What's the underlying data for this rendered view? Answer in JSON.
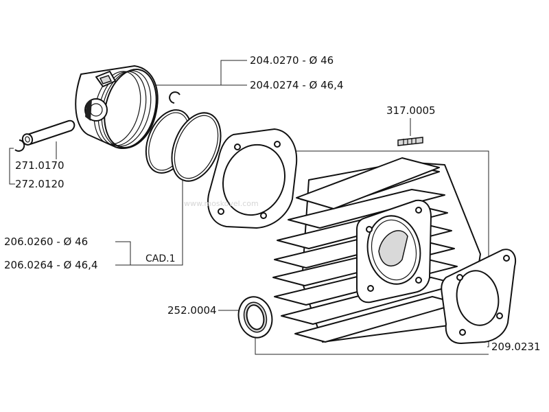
{
  "parts": {
    "piston_std": "204.0270 - Ø 46",
    "piston_over": "204.0274 - Ø 46,4",
    "stud": "317.0005",
    "pin": "271.0170",
    "clip": "272.0120",
    "rings_std": "206.0260 - Ø 46",
    "rings_over": "206.0264 - Ø 46,4",
    "rings_qty": "CAD.1",
    "exhaust_gasket": "252.0004",
    "head_gasket": "209.0231"
  },
  "watermark": "www.moskovel.com"
}
